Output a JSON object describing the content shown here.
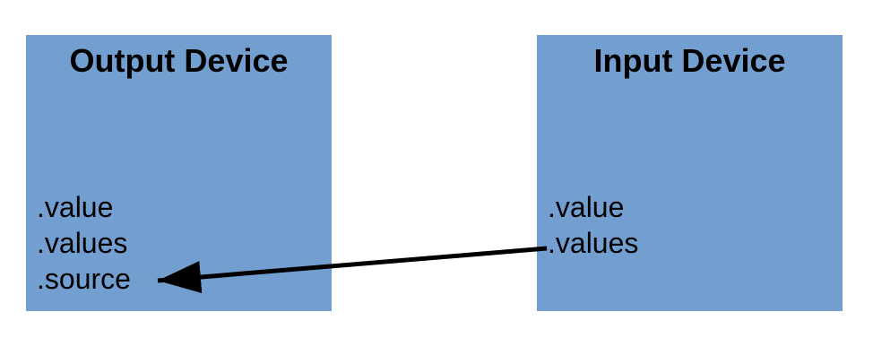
{
  "diagram": {
    "background_color": "#ffffff",
    "box_fill_color": "#729fcf",
    "text_color": "#000000",
    "arrow_color": "#000000",
    "output_box": {
      "title": "Output Device",
      "properties": [
        ".value",
        ".values",
        ".source"
      ]
    },
    "input_box": {
      "title": "Input Device",
      "properties": [
        ".value",
        ".values"
      ]
    },
    "arrow": {
      "from": "Input Device .values",
      "to": "Output Device .source"
    }
  }
}
